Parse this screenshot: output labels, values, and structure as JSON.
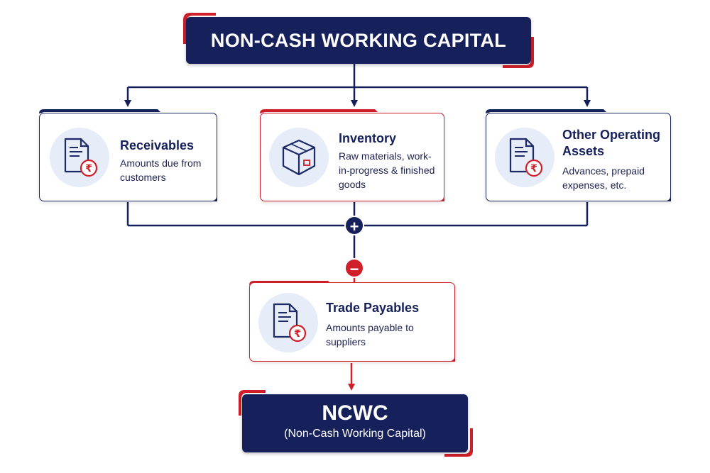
{
  "header": {
    "title": "NON-CASH WORKING CAPITAL"
  },
  "cards": {
    "receivables": {
      "title": "Receivables",
      "desc": "Amounts due from customers"
    },
    "inventory": {
      "title": "Inventory",
      "desc": "Raw materials, work-in-progress & finished goods"
    },
    "other": {
      "title": "Other Operating Assets",
      "desc": "Advances, prepaid expenses, etc."
    },
    "payables": {
      "title": "Trade Payables",
      "desc": "Amounts payable to suppliers"
    }
  },
  "operators": {
    "plus": "+",
    "minus": "−"
  },
  "result": {
    "title": "NCWC",
    "subtitle": "(Non-Cash Working Capital)"
  },
  "colors": {
    "navy": "#16205a",
    "red": "#cf1f2a",
    "icon_bg": "#e6ecf8"
  },
  "icons": {
    "receivables": "invoice-rupee-icon",
    "inventory": "box-icon",
    "other": "invoice-rupee-icon",
    "payables": "invoice-rupee-icon"
  }
}
